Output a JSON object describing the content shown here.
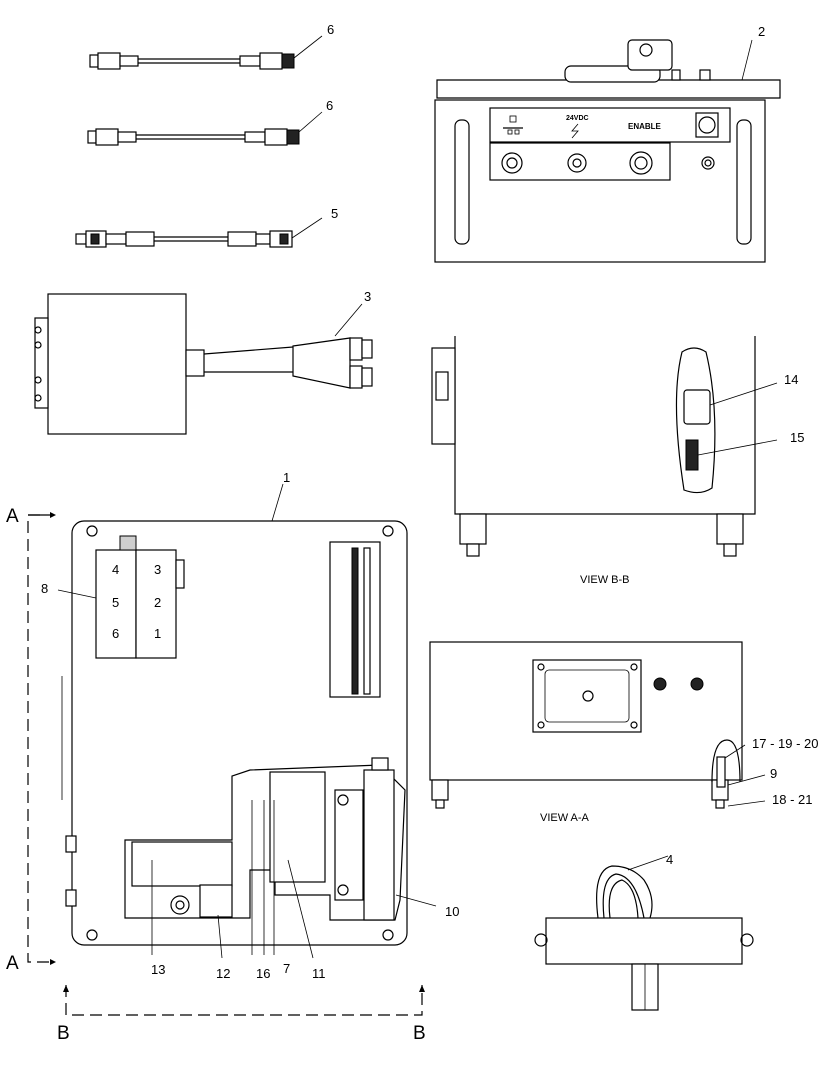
{
  "callouts": {
    "c1": "1",
    "c2": "2",
    "c3": "3",
    "c4": "4",
    "c5": "5",
    "c6a": "6",
    "c6b": "6",
    "c7": "7",
    "c8": "8",
    "c9": "9",
    "c10": "10",
    "c11": "11",
    "c12": "12",
    "c13": "13",
    "c14": "14",
    "c15": "15",
    "c16": "16",
    "c17": "17 - 19 - 20",
    "c18": "18 - 21"
  },
  "section_marks": {
    "a_top": "A",
    "a_bottom": "A",
    "b_left": "B",
    "b_right": "B"
  },
  "views": {
    "bb": "VIEW B-B",
    "aa": "VIEW A-A"
  },
  "panel_labels": {
    "voltage": "24VDC",
    "enable": "ENABLE"
  },
  "relay_numbers": {
    "r4": "4",
    "r5": "5",
    "r6": "6",
    "r3": "3",
    "r2": "2",
    "r1": "1"
  }
}
